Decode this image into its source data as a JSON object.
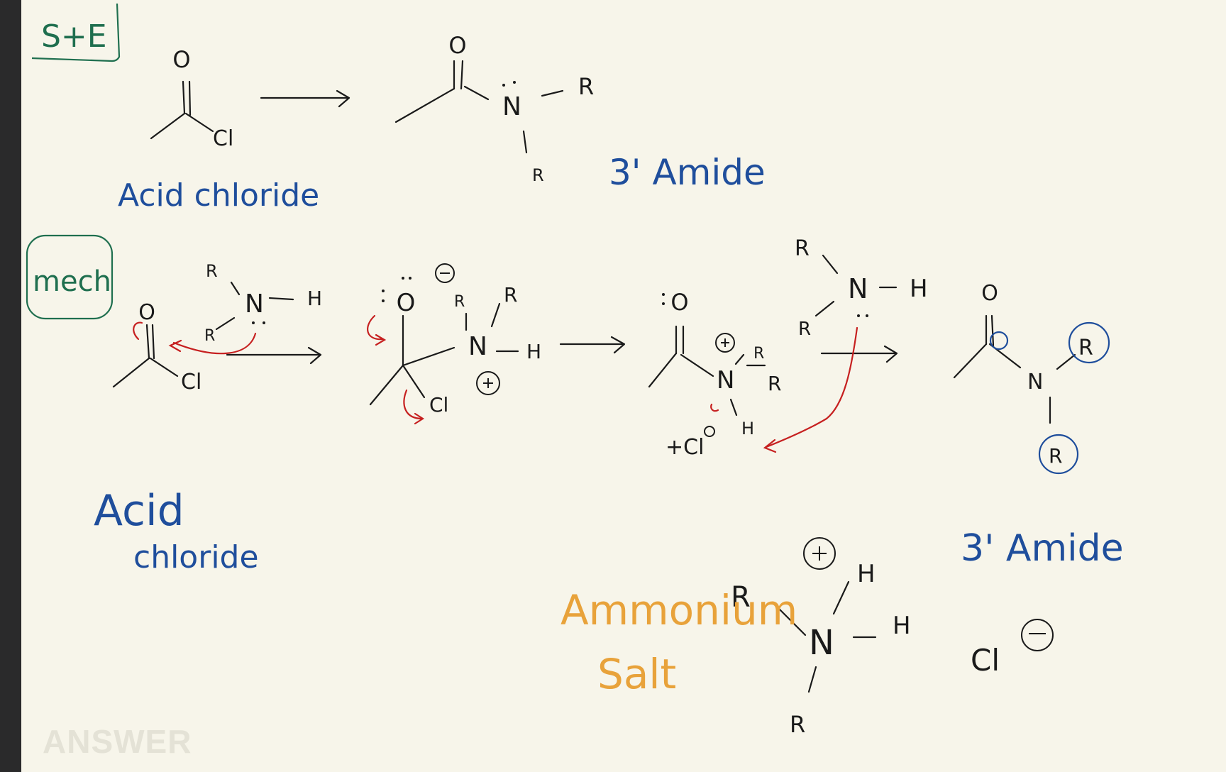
{
  "colors": {
    "ink": "#1a1a1a",
    "blue": "#1f4e9c",
    "green": "#1f6f4f",
    "red": "#c62020",
    "orange": "#e8a23a",
    "paper": "#f7f5ea",
    "frame": "#2a2a2b"
  },
  "labels": {
    "section_ste": "S+E",
    "section_mech": "mech",
    "acid_chloride_top": "Acid chloride",
    "amide_top": "3' Amide",
    "acid_chloride_bottom_1": "Acid",
    "acid_chloride_bottom_2": "chloride",
    "amide_bottom": "3' Amide",
    "ammonium_1": "Ammonium",
    "ammonium_2": "Salt",
    "watermark": "ANSWER"
  },
  "atoms": {
    "o": "O",
    "cl": "Cl",
    "n": "N",
    "r": "R",
    "h": "H",
    "plus_cl": "+Cl",
    "lone_pair_o": ":O:",
    "plus": "+",
    "minus": "−"
  }
}
